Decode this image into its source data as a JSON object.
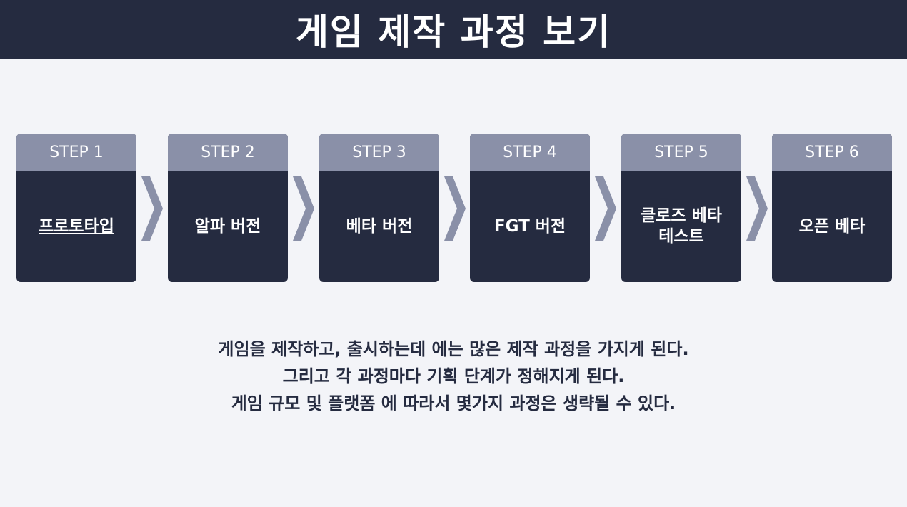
{
  "header": {
    "title": "게임 제작 과정 보기"
  },
  "steps": [
    {
      "label": "STEP 1",
      "name": "프로토타입"
    },
    {
      "label": "STEP 2",
      "name": "알파 버전"
    },
    {
      "label": "STEP 3",
      "name": "베타 버전"
    },
    {
      "label": "STEP 4",
      "name": "FGT 버전"
    },
    {
      "label": "STEP 5",
      "name": "클로즈 베타\n테스트",
      "line1": "클로즈 베타",
      "line2": "테스트"
    },
    {
      "label": "STEP 6",
      "name": "오픈 베타"
    }
  ],
  "description": [
    "게임을 제작하고, 출시하는데 에는 많은 제작 과정을 가지게 된다.",
    "그리고 각 과정마다 기획 단계가 정해지게 된다.",
    "게임 규모 및 플랫폼 에 따라서 몇가지 과정은 생략될 수 있다."
  ],
  "colors": {
    "dark": "#252b40",
    "accent": "#8a90a8",
    "background": "#f3f4f8"
  }
}
